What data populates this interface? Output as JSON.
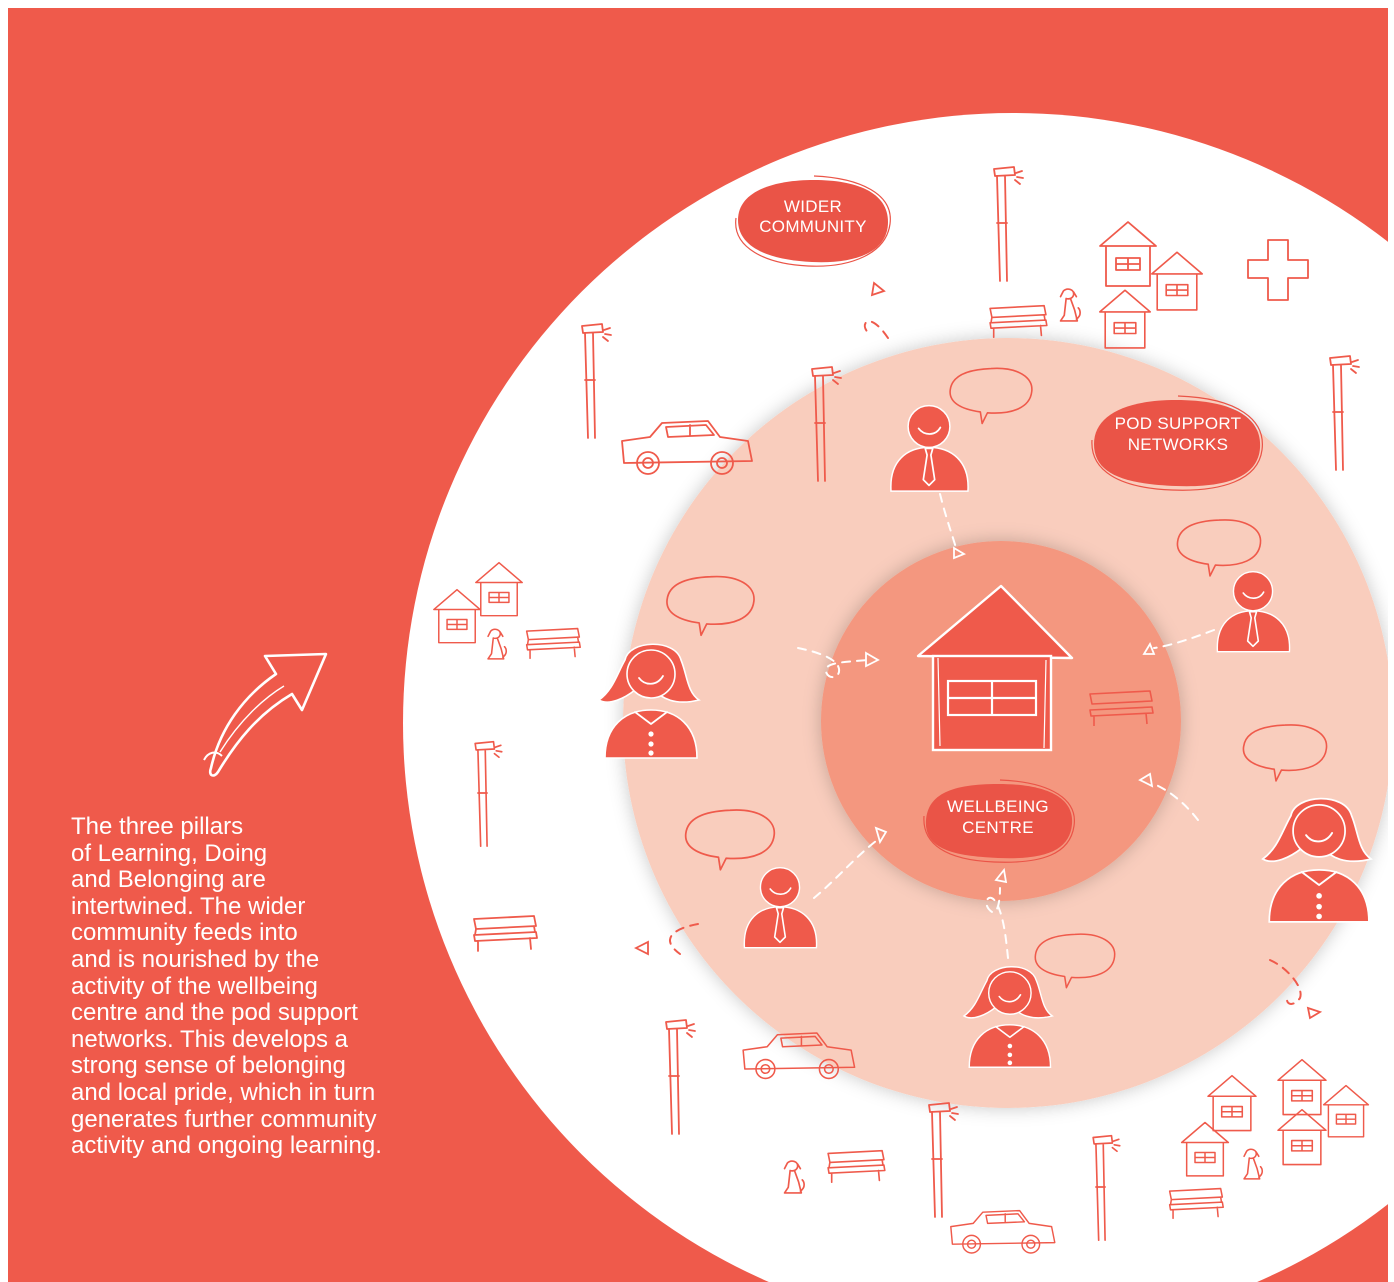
{
  "diagram": {
    "labels": {
      "wider_community": [
        "WIDER",
        "COMMUNITY"
      ],
      "pod_support_networks": [
        "POD SUPPORT",
        "NETWORKS"
      ],
      "wellbeing_centre": [
        "WELLBEING",
        "CENTRE"
      ]
    },
    "description_lines": [
      "The three pillars",
      "of Learning, Doing",
      "and Belonging are",
      "intertwined. The wider",
      "community feeds into",
      "and is nourished by the",
      "activity of the wellbeing",
      "centre and the pod support",
      "networks. This develops a",
      "strong sense of belonging",
      "and local pride, which in turn",
      "generates further community",
      "activity and ongoing learning."
    ],
    "colors": {
      "background": "#ef5a4b",
      "outer_ring": "#ffffff",
      "middle_ring": "#f9cdbd",
      "inner_circle": "#f4977f",
      "label_pill": "#ea5447",
      "text": "#ffffff"
    }
  }
}
